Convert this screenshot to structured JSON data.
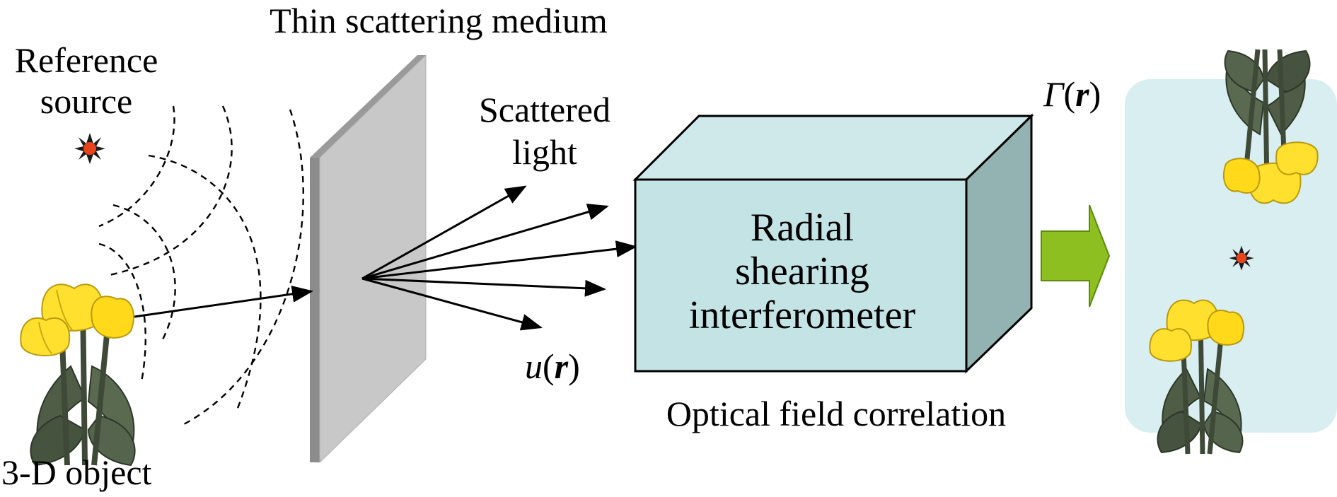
{
  "labels": {
    "thin_medium": "Thin scattering medium",
    "reference_line1": "Reference",
    "reference_line2": "source",
    "scattered_line1": "Scattered",
    "scattered_line2": "light",
    "gamma_symbol": "Γ",
    "gamma_open": "(",
    "gamma_r": "r",
    "gamma_close": ")",
    "u_symbol": "u",
    "u_open": "(",
    "u_r": "r",
    "u_close": ")",
    "box_line1": "Radial",
    "box_line2": "shearing",
    "box_line3": "interferometer",
    "correlation": "Optical field correlation",
    "object": "3-D object"
  },
  "colors": {
    "box_front": "#c3e3e5",
    "box_top": "#cfe8ea",
    "box_side": "#93b3b3",
    "panel": "#d8eef0",
    "medium_front": "#c8c8c8",
    "medium_edge": "#8c8c8c",
    "green_arrow": "#8cbf1f",
    "source_red": "#e8431b",
    "petal": "#ffe02e",
    "leaf": "#4f5d47"
  },
  "icons": {
    "reference": "star-burst-icon",
    "object": "tulip-icon"
  }
}
